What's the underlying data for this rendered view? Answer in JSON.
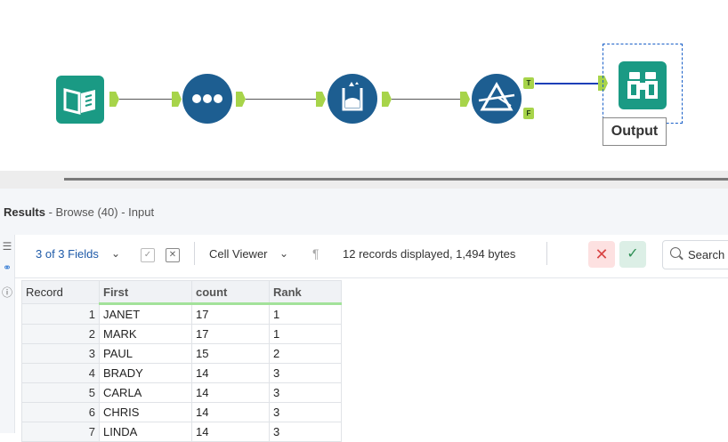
{
  "canvas": {
    "output_label": "Output",
    "filter_true": "T",
    "filter_false": "F",
    "icons": [
      "input-book-icon",
      "sample-dots-icon",
      "formula-flask-icon",
      "filter-prism-icon",
      "browse-binoculars-icon"
    ]
  },
  "results": {
    "title_bold": "Results",
    "title_rest": " - Browse (40) - Input"
  },
  "toolbar": {
    "fields_label": "3 of 3 Fields",
    "viewer_label": "Cell Viewer",
    "records_info": "12 records displayed, 1,494 bytes",
    "search_label": "Search"
  },
  "table": {
    "headers": [
      "Record",
      "First",
      "count",
      "Rank"
    ],
    "rows": [
      [
        "1",
        "JANET",
        "17",
        "1"
      ],
      [
        "2",
        "MARK",
        "17",
        "1"
      ],
      [
        "3",
        "PAUL",
        "15",
        "2"
      ],
      [
        "4",
        "BRADY",
        "14",
        "3"
      ],
      [
        "5",
        "CARLA",
        "14",
        "3"
      ],
      [
        "6",
        "CHRIS",
        "14",
        "3"
      ],
      [
        "7",
        "LINDA",
        "14",
        "3"
      ]
    ]
  },
  "colors": {
    "tool_green": "#1a9a84",
    "tool_blue": "#1d5e91",
    "anchor_green": "#a7d44a",
    "field_underline": "#a3e29a",
    "link_blue": "#1e5aa8"
  }
}
